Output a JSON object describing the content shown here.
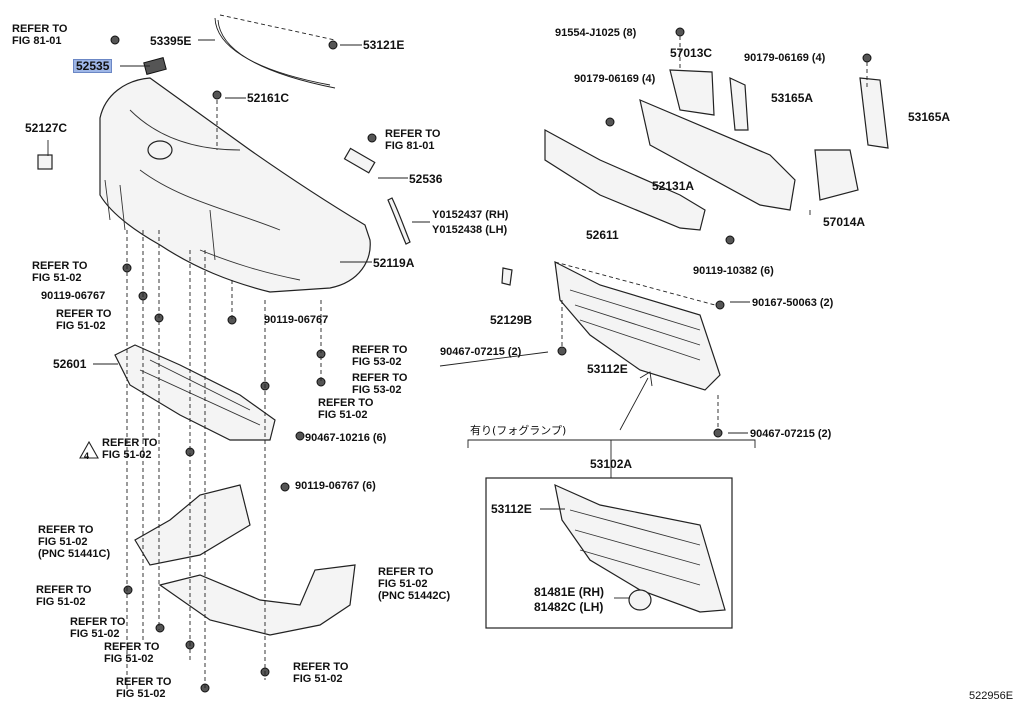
{
  "diagram_id": "522956E",
  "labels": {
    "refer_fig_81_01_top": [
      "REFER TO",
      "FIG 81-01"
    ],
    "p52535": "52535",
    "p53395E": "53395E",
    "p53121E": "53121E",
    "p52161C": "52161C",
    "p52127C": "52127C",
    "refer_fig_81_01_mid": [
      "REFER TO",
      "FIG 81-01"
    ],
    "p52536": "52536",
    "y0152437": "Y0152437 (RH)",
    "y0152438": "Y0152438 (LH)",
    "p52119A": "52119A",
    "refer_fig_51_02_a": [
      "REFER TO",
      "FIG 51-02"
    ],
    "b90119_06767_left": "90119-06767",
    "refer_fig_51_02_b": [
      "REFER TO",
      "FIG 51-02"
    ],
    "b90119_06767_mid": "90119-06767",
    "p52601": "52601",
    "refer_fig_53_02_a": [
      "REFER TO",
      "FIG 53-02"
    ],
    "refer_fig_53_02_b": [
      "REFER TO",
      "FIG 53-02"
    ],
    "refer_fig_51_02_c": [
      "REFER TO",
      "FIG 51-02"
    ],
    "b90467_10216": "90467-10216 (6)",
    "refer_fig_51_02_warn": [
      "REFER TO",
      "FIG 51-02"
    ],
    "b90119_06767_6": "90119-06767 (6)",
    "refer_pnc_51441C": [
      "REFER TO",
      "FIG 51-02",
      "(PNC 51441C)"
    ],
    "refer_pnc_51442C": [
      "REFER TO",
      "FIG 51-02",
      "(PNC 51442C)"
    ],
    "refer_fig_51_02_d": [
      "REFER TO",
      "FIG 51-02"
    ],
    "refer_fig_51_02_e": [
      "REFER TO",
      "FIG 51-02"
    ],
    "refer_fig_51_02_f": [
      "REFER TO",
      "FIG 51-02"
    ],
    "refer_fig_51_02_g": [
      "REFER TO",
      "FIG 51-02"
    ],
    "refer_fig_51_02_h": [
      "REFER TO",
      "FIG 51-02"
    ],
    "b91554_J1025": "91554-J1025 (8)",
    "p57013C": "57013C",
    "b90179_06169_a": "90179-06169 (4)",
    "b90179_06169_b": "90179-06169 (4)",
    "p53165A_a": "53165A",
    "p53165A_b": "53165A",
    "p52131A": "52131A",
    "p57014A": "57014A",
    "p52611": "52611",
    "b90119_10382": "90119-10382 (6)",
    "b90167_50063": "90167-50063 (2)",
    "p52129B": "52129B",
    "b90467_07215_a": "90467-07215 (2)",
    "p53112E": "53112E",
    "b90467_07215_b": "90467-07215 (2)",
    "fog_note": "有り(フォグランプ)",
    "p53102A": "53102A",
    "p53112E_box": "53112E",
    "p81481E": "81481E (RH)",
    "p81482C": "81482C (LH)",
    "warning_number": "4"
  }
}
